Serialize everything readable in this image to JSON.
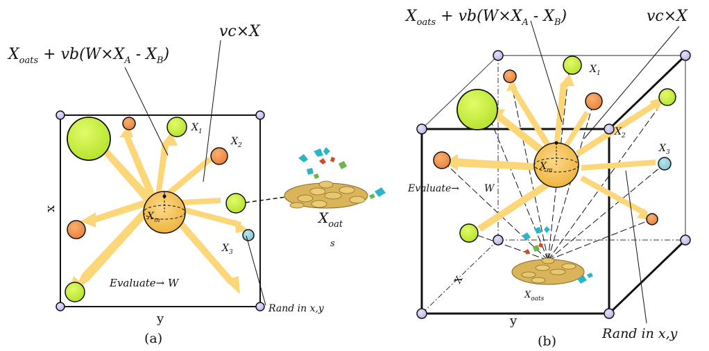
{
  "panel_a": {
    "caption": "(a)",
    "formula_main": "X",
    "formula_main_sub": "oats",
    "formula_rest": " + vb(W×X",
    "formula_sub_a": "A",
    "formula_mid": " - X",
    "formula_sub_b": "B",
    "formula_close": ")",
    "vc_label": "vc×X",
    "x1_label": "X",
    "x1_sub": "1",
    "x2_label": "X",
    "x2_sub": "2",
    "x3_label": "X",
    "x3_sub": "3",
    "xm_label": "X",
    "xm_sub": "m",
    "evaluate_label": "Evaluate→  W",
    "axis_x_label": "x",
    "axis_y_label": "y",
    "rand_label": "Rand in x,y",
    "xoat_label": "X",
    "xoat_sub": "oat",
    "xoat_s": "s"
  },
  "panel_b": {
    "caption": "(b)",
    "formula_main": "X",
    "formula_main_sub": "oats",
    "formula_rest": " + vb(W×X",
    "formula_sub_a": "A",
    "formula_mid": " - X",
    "formula_sub_b": "B",
    "formula_close": ")",
    "vc_label": "vc×X",
    "x1_label": "X",
    "x1_sub": "1",
    "x2_label": "X",
    "x2_sub": "2",
    "x3_label": "X",
    "x3_sub": "3",
    "xm_label": "X",
    "xm_sub": "m",
    "evaluate_label": "Evaluate→",
    "w_label": "W",
    "axis_x_label": "x",
    "axis_y_label": "y",
    "rand_label": "Rand in x,y",
    "xoats_label": "X",
    "xoats_sub": "oats"
  },
  "colors": {
    "green": "#c8f03a",
    "orange": "#f0944a",
    "blue": "#8ecdd8",
    "arrow": "#fcd77a",
    "center": "#f8c45c",
    "corner": "#c9c6ee",
    "pile": "#d9b45a"
  }
}
